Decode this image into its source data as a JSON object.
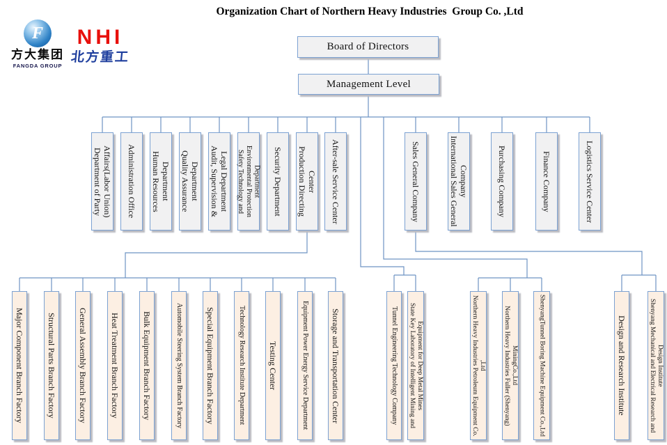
{
  "title": "Organization Chart of Northern Heavy Industries  Group Co. ,Ltd",
  "logos": {
    "fangda": {
      "symbol": "F",
      "name_cn": "方大集团",
      "name_en": "FANGDA GROUP",
      "sphere_blue": "#1668b2"
    },
    "nhi": {
      "abbr": "NHI",
      "name_cn": "北方重工",
      "red": "#e8100c",
      "blue": "#1f3f9e"
    }
  },
  "nodes": {
    "board": "Board of Directors",
    "management": "Management Level",
    "level2": [
      "Department of Party Affairs(Labor Union)",
      "Administration Office",
      "Human Resources Department",
      "Quality Assurance Department",
      "Audit, Supervision & Legal Department",
      "Safety Technology and Environmental Protection Department",
      "Security Department",
      "Production Directing Center",
      "After-sale Service Center",
      "Sales General Company",
      "International Sales General Company",
      "Purchasing Company",
      "Finance Company",
      "Logistics Service Center"
    ],
    "level3_groups": [
      {
        "parent": "Production Directing Center",
        "items": [
          "Major Component Branch Factory",
          "Structural Parts Branch Factory",
          "General Assembly Branch Factory",
          "Heat Treatment Branch Factory",
          "Bulk Equipment Branch Factory",
          "Automobile Steering System Branch Factory",
          "Special Equipment Branch Factory",
          "Technology Research Institute Department",
          "Testing Center",
          "Equipment Power Energy Service Department",
          "Storage and Transportation Center"
        ]
      },
      {
        "parent": "Management Level",
        "items": [
          "Tunnel Engineering Technology Company",
          "State Key Laboratory of Intelligent Mining and Equipment for Deep Metal Mines"
        ]
      },
      {
        "parent": "Management Level",
        "items": [
          "Northern Heavy Industries Petroleum Equipment Co. ,Ltd",
          "Northern Heavy Industries Fuller (Shenyang) MiningCo.,Ltd",
          "ShenyangTunnel Boring Machine Equipment Co.,Ltd"
        ]
      },
      {
        "parent": "Sales General Company",
        "items": [
          "Design and Research Institute",
          "Shenyang Mechanical and Electrical Research and Design Institute"
        ]
      }
    ]
  },
  "colors": {
    "line": "#6d93c3",
    "box_border": "#7ba1d2",
    "top_fill": "#f1f1f2",
    "level2_fill": "#f1f1f2",
    "level3_fill": "#fcefe3"
  }
}
